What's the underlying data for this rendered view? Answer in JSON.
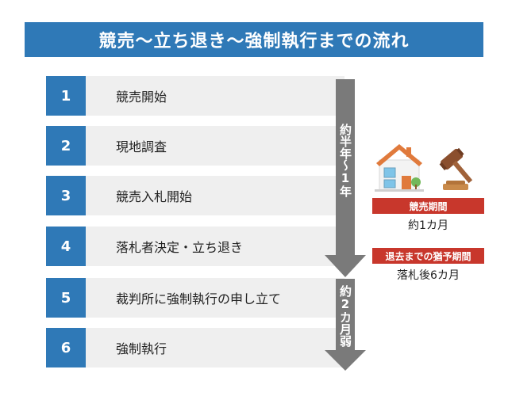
{
  "title": "競売〜立ち退き〜強制執行までの流れ",
  "steps": [
    {
      "num": "1",
      "label": "競売開始"
    },
    {
      "num": "2",
      "label": "現地調査"
    },
    {
      "num": "3",
      "label": "競売入札開始"
    },
    {
      "num": "4",
      "label": "落札者決定・立ち退き"
    },
    {
      "num": "5",
      "label": "裁判所に強制執行の申し立て"
    },
    {
      "num": "6",
      "label": "強制執行"
    }
  ],
  "arrows": {
    "first": "約半年〜1年",
    "second": "約2カ月弱"
  },
  "side": {
    "period1_tag": "競売期間",
    "period1_value": "約1カ月",
    "period2_tag": "退去までの猶予期間",
    "period2_value": "落札後6カ月"
  },
  "colors": {
    "primary_blue": "#2f79b7",
    "row_gray": "#efefef",
    "arrow_gray": "#7a7a7a",
    "tag_red": "#c8372c"
  }
}
